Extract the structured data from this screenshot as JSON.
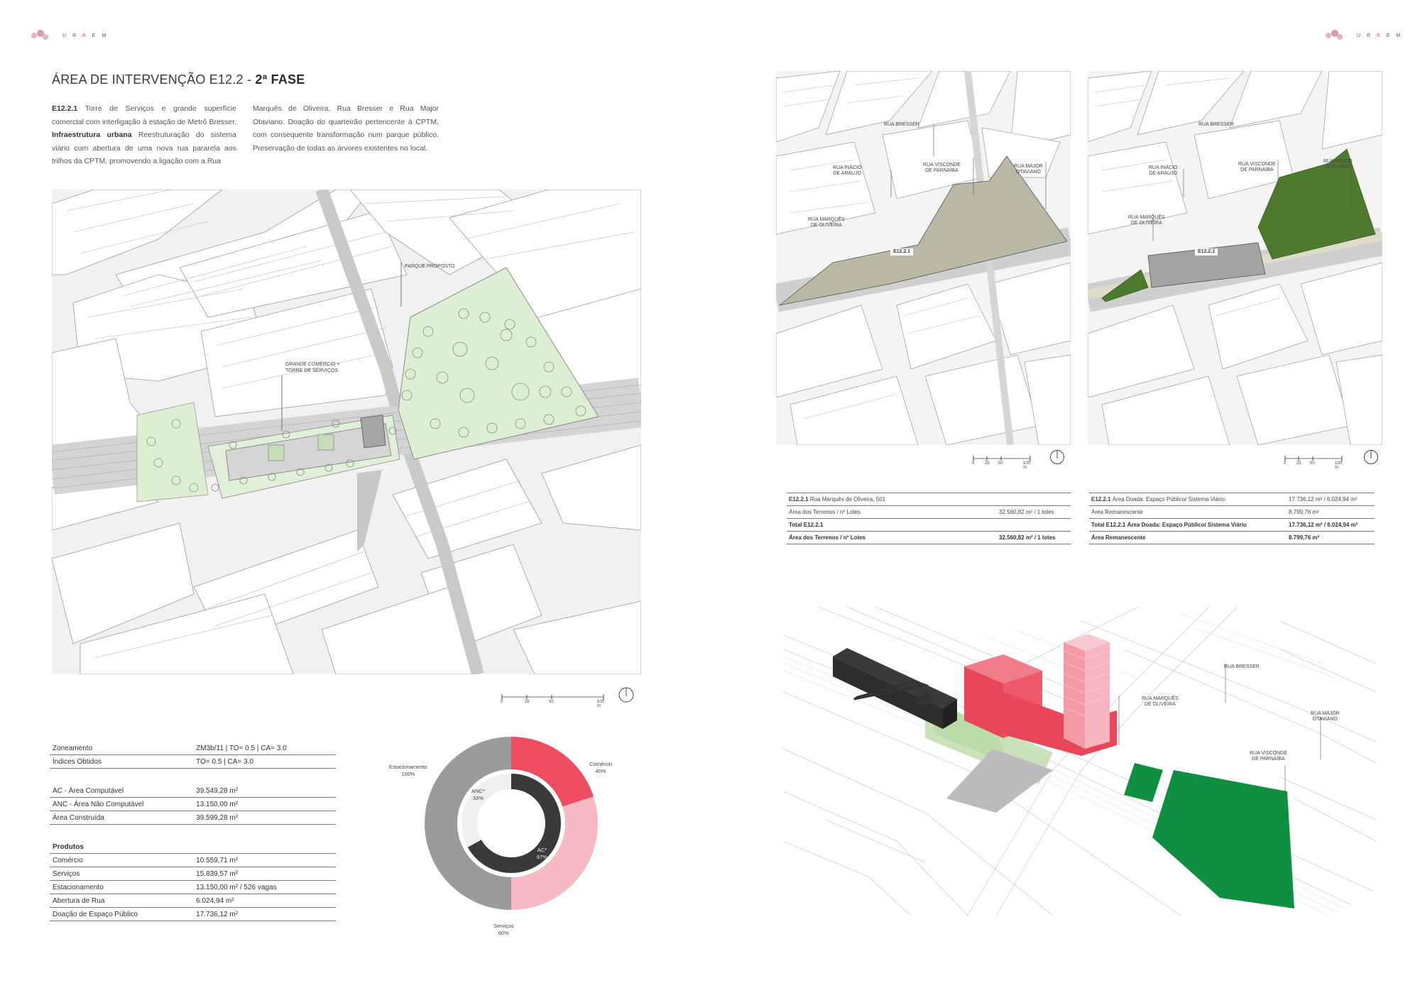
{
  "brand": {
    "letters": [
      "U",
      "R",
      "B",
      "E",
      "M"
    ],
    "accent": "#e7576b"
  },
  "left": {
    "title_light": "ÁREA DE INTERVENÇÃO E12.2 -",
    "title_bold": "2ª FASE",
    "col1": {
      "code": "E12.2.1",
      "line1": "Torre de Serviços e grande superfície comercial com interligação à estação de Metrô Bresser.",
      "infra_bold": "Infraestrutura urbana",
      "infra_text": "Reestruturação do sistema viário com abertura de uma nova rua pararela aos trilhos da CPTM, promovendo a ligação com a Rua"
    },
    "col2": "Marquês de Oliveira, Rua Bresser e Rua Major Otaviano. Doação do quarteirão pertencente à CPTM, com consequente transformação num parque público. Preservação de todas as árvores existentes no local.",
    "plan_labels": {
      "park": "PARQUE PROPOSTO",
      "commerce_1": "GRANDE COMÉRCIO +",
      "commerce_2": "TORRE DE SERVIÇOS"
    },
    "scale": [
      "0",
      "25",
      "50",
      "100 m"
    ],
    "table": [
      {
        "label": "Zoneamento",
        "value": "ZM3b/11 | TO= 0.5 | CA= 3.0"
      },
      {
        "label": "Índices Obtidos",
        "value": "TO= 0.5 | CA= 3.0"
      },
      {
        "label": "AC - Área Computável",
        "value": "39.549,28 m²"
      },
      {
        "label": "ANC - Área Não Computável",
        "value": "13.150,00 m²"
      },
      {
        "label": "Área Construída",
        "value": "39.599,28 m²"
      },
      {
        "label": "Produtos",
        "value": ""
      },
      {
        "label": "Comércio",
        "value": "10.559,71 m²"
      },
      {
        "label": "Serviços",
        "value": "15.839,57 m²"
      },
      {
        "label": "Estacionamento",
        "value": "13.150,00 m² / 526 vagas"
      },
      {
        "label": "Abertura de Rua",
        "value": "6.024,94 m²"
      },
      {
        "label": "Doação de Espaço Público",
        "value": "17.736,12 m²"
      }
    ]
  },
  "chart_data": {
    "type": "pie",
    "outer": {
      "slices": [
        {
          "label": "Comércio",
          "pct_label": "40%",
          "value": 40,
          "color": "#ee4d5f"
        },
        {
          "label": "Serviços",
          "pct_label": "60%",
          "value": 60,
          "color": "#f7b9c3"
        },
        {
          "label": "Estacionamento",
          "pct_label": "100%",
          "value": 100,
          "color": "#9b9b9b"
        }
      ]
    },
    "inner": {
      "slices": [
        {
          "label": "AC*",
          "pct_label": "67%",
          "value": 67,
          "color": "#3a3a3a"
        },
        {
          "label": "ANC*",
          "pct_label": "33%",
          "value": 33,
          "color": "#efefef"
        }
      ]
    }
  },
  "right": {
    "map_a": {
      "labels": {
        "bresser": "RUA BRESSER",
        "inacio_1": "RUA INÁCIO",
        "inacio_2": "DE ARAUJO",
        "visconde_1": "RUA VISCONDE",
        "visconde_2": "DE PARNAÍBA",
        "major_1": "RUA MAJOR",
        "major_2": "OTAVIANO",
        "marques_1": "RUA MARQUÊS",
        "marques_2": "DE OLIVEIRA",
        "lot": "E12.2.1"
      }
    },
    "scale": [
      "0",
      "25",
      "50",
      "100 m"
    ],
    "table_a": [
      {
        "a": "E12.2.1",
        "b": "Rua Marquês de Oliveira, 501",
        "c": ""
      },
      {
        "a": "",
        "b": "Área dos Terrenos / nº Lotes",
        "c": "32.560,82 m² / 1 lotes"
      },
      {
        "a": "",
        "b": "Total  E12.2.1",
        "c": ""
      },
      {
        "a": "",
        "b": "Área dos Terrenos / nº Lotes",
        "c": "32.560,82 m²  /  1 lotes"
      }
    ],
    "table_b": [
      {
        "a": "E12.2.1",
        "b": "Área Doada: Espaço Público/ Sistema Viário",
        "c": "17.736,12 m² / 6.024,94 m²"
      },
      {
        "a": "",
        "b": "Área Remanescente",
        "c": "8.799,76 m²"
      },
      {
        "a": "Total  E12.2.1",
        "b": "Área Doada: Espaço Público/ Sistema Viário",
        "c": "17.736,12 m² / 6.024,94 m²"
      },
      {
        "a": "",
        "b": "Área Remanescente",
        "c": "8.799,76 m²"
      }
    ],
    "iso_labels": {
      "bresser": "RUA BRESSER",
      "marques_1": "RUA MARQUÊS",
      "marques_2": "DE OLIVEIRA",
      "major_1": "RUA MAJOR",
      "major_2": "OTAVIANO",
      "visconde_1": "RUA VISCONDE",
      "visconde_2": "DE PARNAÍBA"
    }
  }
}
